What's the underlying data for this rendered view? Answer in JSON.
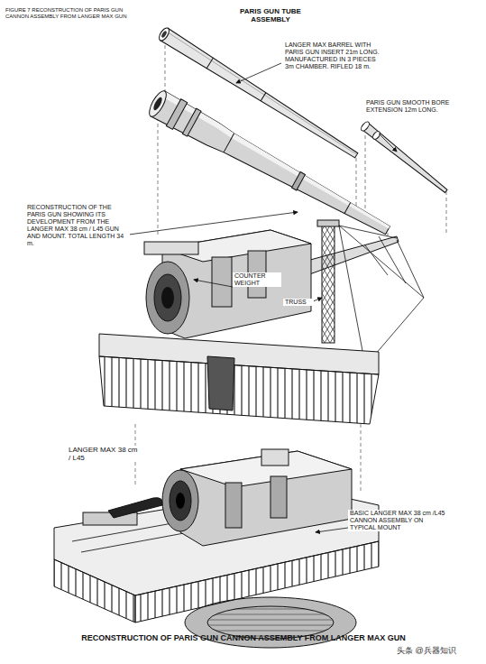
{
  "diagram": {
    "title": "PARIS GUN TUBE ASSEMBLY",
    "caption": "RECONSTRUCTION OF PARIS GUN CANNON ASSEMBLY FROM LANGER MAX GUN",
    "labels": [
      "FIGURE 7 RECONSTRUCTION OF PARIS GUN CANNON ASSEMBLY FROM LANGER MAX GUN",
      "LANGER MAX BARREL WITH PARIS GUN INSERT 21m LONG. MANUFACTURED IN 3 PIECES 3m CHAMBER. RIFLED 18 m.",
      "PARIS GUN SMOOTH BORE EXTENSION 12m LONG.",
      "RECONSTRUCTION OF THE PARIS GUN SHOWING ITS DEVELOPMENT FROM THE LANGER MAX 38 cm / L45 GUN AND MOUNT. TOTAL LENGTH 34 m.",
      "COUNTER WEIGHT",
      "TRUSS",
      "LANGER MAX 38 cm / L45",
      "BASIC LANGER MAX 38 cm /L45 CANNON ASSEMBLY ON TYPICAL MOUNT",
      "头条 @兵器知识"
    ]
  }
}
